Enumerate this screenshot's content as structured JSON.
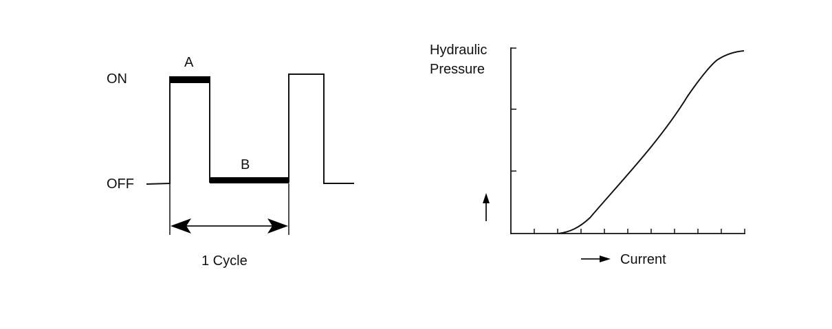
{
  "left_diagram": {
    "label_on": "ON",
    "label_off": "OFF",
    "label_a": "A",
    "label_b": "B",
    "cycle_label": "1 Cycle"
  },
  "right_diagram": {
    "y_label_line1": "Hydraulic",
    "y_label_line2": "Pressure",
    "x_label": "Current"
  }
}
